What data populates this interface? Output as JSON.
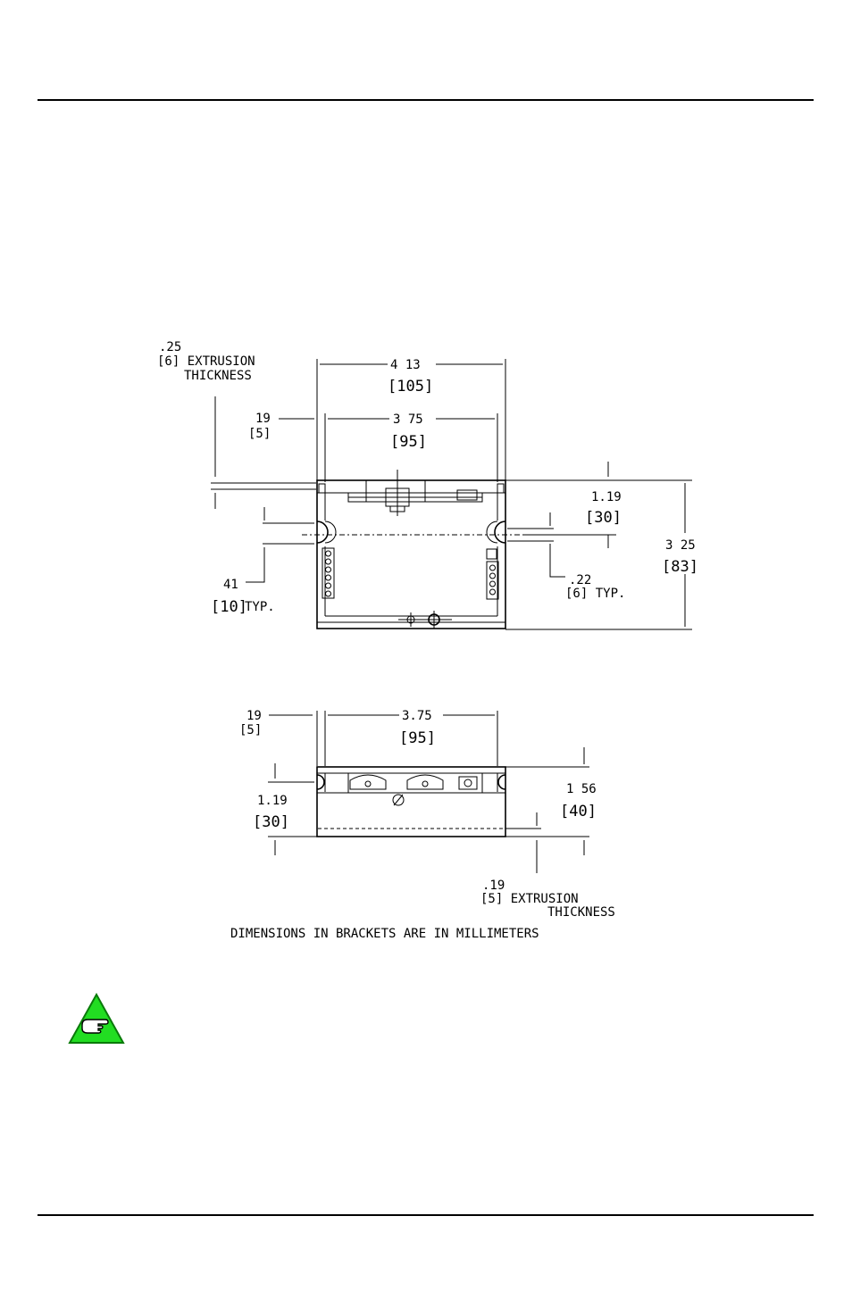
{
  "top_view": {
    "extrusion_in": ".25",
    "extrusion_mm": "[6] EXTRUSION",
    "extrusion_word": "THICKNESS",
    "width_outer_in": "4 13",
    "width_outer_mm": "[105]",
    "offset_in": "19",
    "offset_mm": "[5]",
    "width_inner_in": "3 75",
    "width_inner_mm": "[95]",
    "slot_in": "1.19",
    "slot_mm": "[30]",
    "height_in": "3 25",
    "height_mm": "[83]",
    "slot_w_in": ".22",
    "slot_w_mm": "[6] TYP.",
    "radius_in": "41",
    "radius_mm": "[10]",
    "radius_typ": "TYP."
  },
  "side_view": {
    "offset_in": "19",
    "offset_mm": "[5]",
    "width_in": "3.75",
    "width_mm": "[95]",
    "slot_in": "1.19",
    "slot_mm": "[30]",
    "height_in": "1 56",
    "height_mm": "[40]",
    "extrusion_in": ".19",
    "extrusion_mm": "[5] EXTRUSION",
    "extrusion_word": "THICKNESS"
  },
  "caption": "DIMENSIONS IN BRACKETS ARE IN MILLIMETERS",
  "note_icon": "pointing-hand-note-icon",
  "colors": {
    "note_green": "#22dd22",
    "line": "#000000"
  }
}
